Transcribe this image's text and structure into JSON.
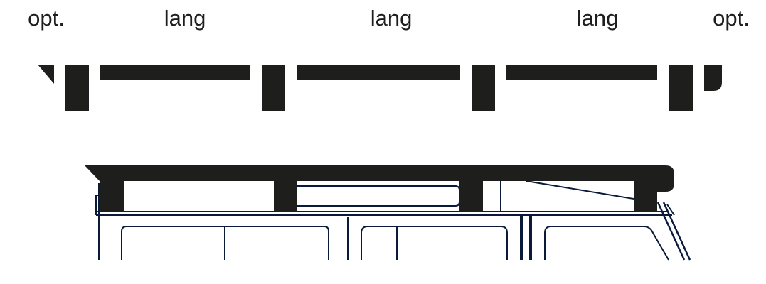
{
  "labels": {
    "left_optional": "opt.",
    "segment_1": "lang",
    "segment_2": "lang",
    "segment_3": "lang",
    "right_optional": "opt."
  },
  "colors": {
    "rack": "#1e1e1d",
    "vehicle_outline": "#0a1a3a"
  }
}
